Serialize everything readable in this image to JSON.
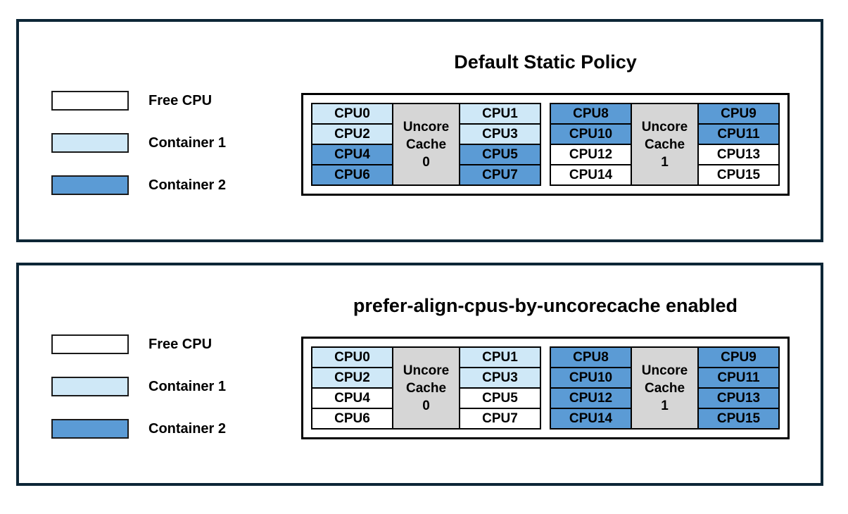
{
  "colors": {
    "free": "#ffffff",
    "container1": "#cfe8f7",
    "container2": "#5b9bd5",
    "cache_block": "#d6d6d6",
    "panel_border": "#0d2636",
    "diagram_border": "#000000"
  },
  "panels": [
    {
      "title": "Default Static Policy",
      "legend": [
        {
          "label": "Free CPU",
          "state": "free"
        },
        {
          "label": "Container 1",
          "state": "container1"
        },
        {
          "label": "Container 2",
          "state": "container2"
        }
      ],
      "groups": [
        {
          "cache_lines": [
            "Uncore",
            "Cache",
            "0"
          ],
          "left": [
            {
              "label": "CPU0",
              "state": "container1"
            },
            {
              "label": "CPU2",
              "state": "container1"
            },
            {
              "label": "CPU4",
              "state": "container2"
            },
            {
              "label": "CPU6",
              "state": "container2"
            }
          ],
          "right": [
            {
              "label": "CPU1",
              "state": "container1"
            },
            {
              "label": "CPU3",
              "state": "container1"
            },
            {
              "label": "CPU5",
              "state": "container2"
            },
            {
              "label": "CPU7",
              "state": "container2"
            }
          ]
        },
        {
          "cache_lines": [
            "Uncore",
            "Cache",
            "1"
          ],
          "left": [
            {
              "label": "CPU8",
              "state": "container2"
            },
            {
              "label": "CPU10",
              "state": "container2"
            },
            {
              "label": "CPU12",
              "state": "free"
            },
            {
              "label": "CPU14",
              "state": "free"
            }
          ],
          "right": [
            {
              "label": "CPU9",
              "state": "container2"
            },
            {
              "label": "CPU11",
              "state": "container2"
            },
            {
              "label": "CPU13",
              "state": "free"
            },
            {
              "label": "CPU15",
              "state": "free"
            }
          ]
        }
      ]
    },
    {
      "title": "prefer-align-cpus-by-uncorecache enabled",
      "legend": [
        {
          "label": "Free CPU",
          "state": "free"
        },
        {
          "label": "Container 1",
          "state": "container1"
        },
        {
          "label": "Container 2",
          "state": "container2"
        }
      ],
      "groups": [
        {
          "cache_lines": [
            "Uncore",
            "Cache",
            "0"
          ],
          "left": [
            {
              "label": "CPU0",
              "state": "container1"
            },
            {
              "label": "CPU2",
              "state": "container1"
            },
            {
              "label": "CPU4",
              "state": "free"
            },
            {
              "label": "CPU6",
              "state": "free"
            }
          ],
          "right": [
            {
              "label": "CPU1",
              "state": "container1"
            },
            {
              "label": "CPU3",
              "state": "container1"
            },
            {
              "label": "CPU5",
              "state": "free"
            },
            {
              "label": "CPU7",
              "state": "free"
            }
          ]
        },
        {
          "cache_lines": [
            "Uncore",
            "Cache",
            "1"
          ],
          "left": [
            {
              "label": "CPU8",
              "state": "container2"
            },
            {
              "label": "CPU10",
              "state": "container2"
            },
            {
              "label": "CPU12",
              "state": "container2"
            },
            {
              "label": "CPU14",
              "state": "container2"
            }
          ],
          "right": [
            {
              "label": "CPU9",
              "state": "container2"
            },
            {
              "label": "CPU11",
              "state": "container2"
            },
            {
              "label": "CPU13",
              "state": "container2"
            },
            {
              "label": "CPU15",
              "state": "container2"
            }
          ]
        }
      ]
    }
  ]
}
